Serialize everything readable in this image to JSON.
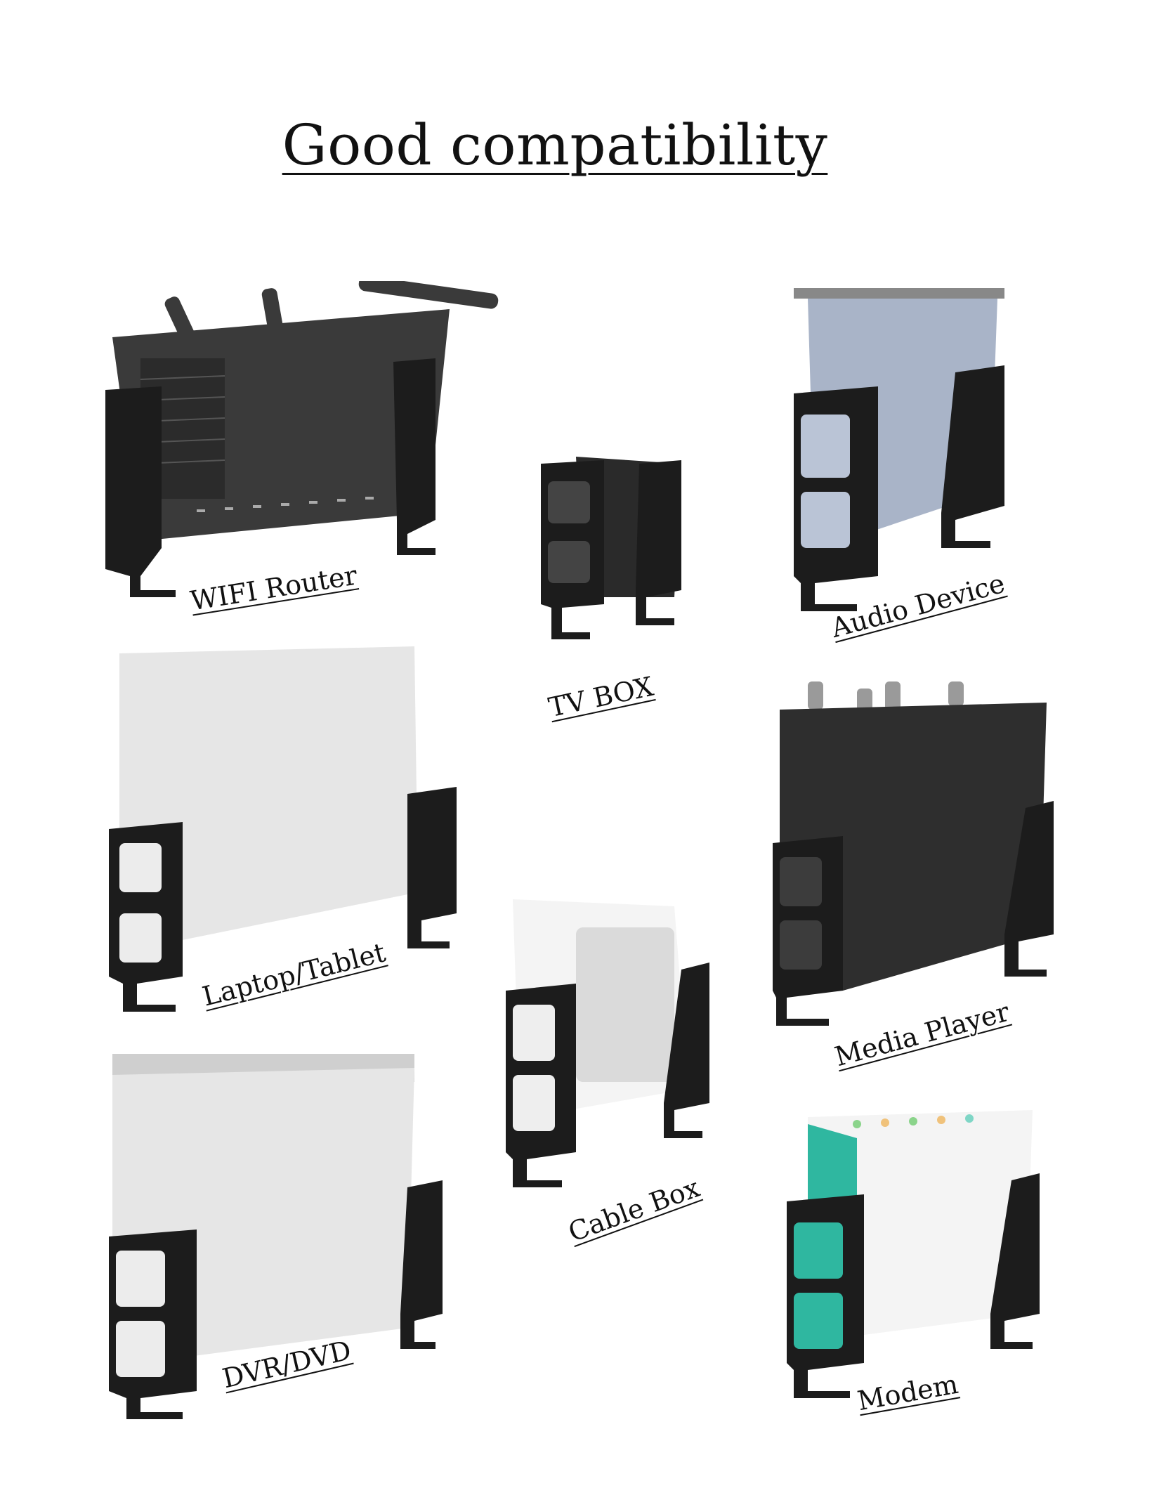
{
  "title": "Good compatibility",
  "products": [
    {
      "id": "wifi-router",
      "label": "WIFI Router"
    },
    {
      "id": "tv-box",
      "label": "TV BOX"
    },
    {
      "id": "audio-device",
      "label": "Audio Device"
    },
    {
      "id": "laptop-tablet",
      "label": "Laptop/Tablet"
    },
    {
      "id": "media-player",
      "label": "Media Player"
    },
    {
      "id": "cable-box",
      "label": "Cable Box"
    },
    {
      "id": "dvr-dvd",
      "label": "DVR/DVD"
    },
    {
      "id": "modem",
      "label": "Modem"
    }
  ],
  "colors": {
    "bracket": "#1c1c1c",
    "router": "#3a3a3a",
    "audio": "#a9b4c8",
    "laptop": "#e6e6e6",
    "player": "#2e2e2e",
    "white_device": "#f4f4f4",
    "modem_accent": "#2fb7a0"
  }
}
